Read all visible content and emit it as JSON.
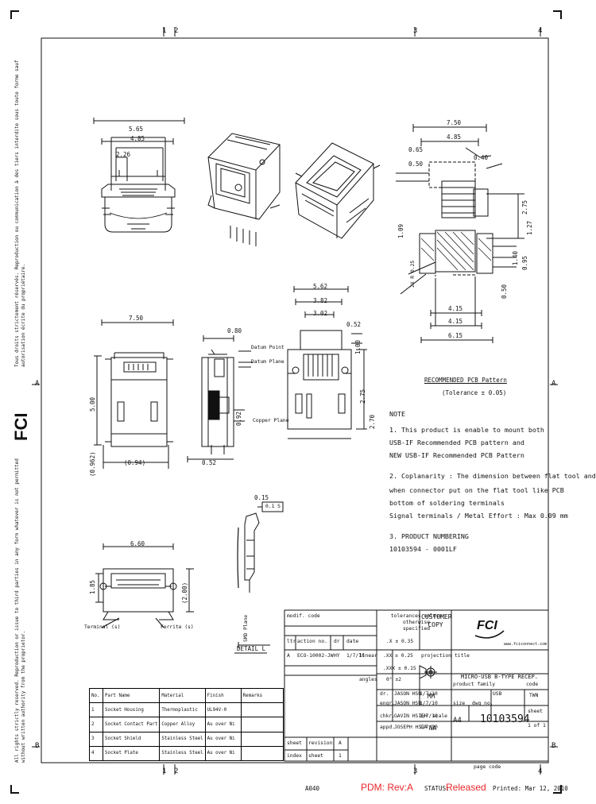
{
  "border": {
    "zones_top": [
      "1",
      "2",
      "3",
      "4"
    ],
    "zones_bottom": [
      "1",
      "2",
      "3",
      "4"
    ],
    "zones_left": [
      "A",
      "B"
    ],
    "zones_right": [
      "A",
      "B"
    ]
  },
  "side_notice": {
    "fci_logo": "FCI",
    "rights_en": "All rights strictly reserved. Reproduction or issue to third parties in any form whatever is not permitted without written authority from the proprietor.",
    "rights_fr": "Tous droits strictement réservés. Reproduction ou communication à des tiers interdite sous toute forme sauf autorisation écrite du propriétaire."
  },
  "top_views": {
    "front": {
      "dims": [
        "5.65",
        "4.85",
        "2.26"
      ]
    }
  },
  "pcb_pattern": {
    "dims_top": [
      "7.50",
      "4.85",
      "0.65",
      "0.50",
      "0.40"
    ],
    "dims_side": [
      "2.75",
      "1.27",
      "1.40",
      "0.50",
      "1.09",
      "0.95"
    ],
    "dims_bottom": [
      "4.15",
      "4.15",
      "6.15"
    ],
    "label_2x": "2X R 0.25",
    "title": "RECOMMENDED PCB Pattern",
    "subtitle": "(Tolerance ± 0.05)"
  },
  "mid_views": {
    "bottom_view": {
      "dims": [
        "7.50",
        "5.00",
        "(0.962)",
        "(0.94)",
        "0.52"
      ]
    },
    "side_view": {
      "dims": [
        "0.80",
        "0.92"
      ],
      "callouts": [
        "Datum Point",
        "Datum Plane",
        "Copper Plane"
      ]
    },
    "rear_view": {
      "dims": [
        "5.62",
        "3.82",
        "3.02",
        "0.52",
        "1.00",
        "2.75",
        "2.70"
      ]
    }
  },
  "notes": {
    "heading": "NOTE",
    "lines": [
      "1. This product is enable to mount both",
      "   USB-IF Recommended PCB pattern and",
      "   NEW USB-IF Recommended PCB Pattern",
      "2. Coplanarity : The dimension between flat tool and",
      "   when connector put on the flat tool like PCB",
      "   bottom of soldering terminals",
      "   Signal terminals / Metal Effort : Max 0.09 mm",
      "3. PRODUCT NUMBERING",
      "   10103594 - 0001LF"
    ]
  },
  "front_small": {
    "dims": [
      "6.60",
      "1.85",
      "(2.00)"
    ],
    "callouts": [
      "Terminal (s)",
      "Ferrite (s)"
    ]
  },
  "detail": {
    "label": "DETAIL L",
    "dims": [
      "0.15",
      "0.1 S"
    ],
    "note": "SMD Plane"
  },
  "bom": {
    "headers": [
      "No.",
      "Part Name",
      "Material",
      "Finish",
      "Remarks"
    ],
    "rows": [
      [
        "1",
        "Socket Housing",
        "Thermoplastic",
        "UL94V-0",
        ""
      ],
      [
        "2",
        "Socket Contact Part",
        "Copper Alloy",
        "Au over Ni",
        ""
      ],
      [
        "3",
        "Socket Shield",
        "Stainless Steel",
        "Au over Ni",
        ""
      ],
      [
        "4",
        "Socket Plate",
        "Stainless Steel",
        "Au over Ni",
        ""
      ]
    ]
  },
  "title_block": {
    "modif_code": "modif. code",
    "tolerances": "tolerances unless otherwise specified",
    "customer_copy": "CUSTOMER COPY",
    "ltr": "ltr",
    "action_no": "action no.",
    "dr": "dr",
    "date": "date",
    "rev_row": [
      "A",
      "ECO-10002-JW",
      "HY",
      "1/7/10"
    ],
    "linear": "linear",
    "tol_x": ".X  ±  0.35",
    "tol_xx": ".XX  ±  0.25",
    "tol_xxx": ".XXX  ±  0.15",
    "angles": "angles",
    "tol_ang": "0°  ±2",
    "projection": "projection",
    "title_label": "title",
    "title": "MICRO-USB B-TYPE RECEP.",
    "drawn_rows": [
      [
        "dr.",
        "JASON HSU",
        "1/7/10"
      ],
      [
        "engr.",
        "JASON HSU",
        "1/7/10"
      ],
      [
        "chkr.",
        "GAVIN HSIEH",
        "1/7/10"
      ],
      [
        "appd.",
        "JOSEPH HSIA",
        "1/7/10"
      ]
    ],
    "unit_mm": "MM",
    "scale_label": "scale",
    "scale": "NA",
    "product_family_label": "product family",
    "product_family": "USB",
    "size_label": "size",
    "size": "A4",
    "dwg_no_label": "dwg no.",
    "dwg_no": "10103594",
    "code_label": "code",
    "code": "TWN",
    "sheet_label": "sheet",
    "sheet": "1 of 1",
    "sheet_revision": "sheet",
    "revision": "revision",
    "rev": "A",
    "index": "index",
    "sheet_small": "sheet",
    "one": "1",
    "website": "www.fciconnect.com",
    "logo": "FCI"
  },
  "footer": {
    "page_code": "page code",
    "format": "A040",
    "pdm": "PDM: Rev:A",
    "status_label": "STATUS:",
    "status_value": "Released",
    "printed": "Printed: Mar 12, 2010"
  },
  "colors": {
    "ink": "#111111",
    "pdm_red": "#e8262a",
    "status_red": "#e8262a"
  }
}
